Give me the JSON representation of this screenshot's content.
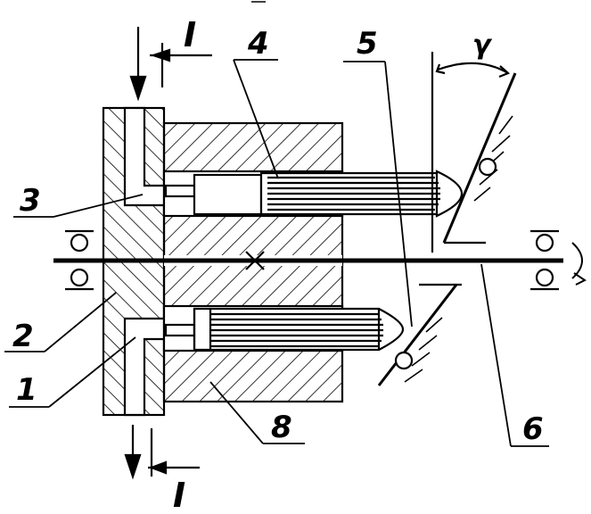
{
  "labels": {
    "part1": "1",
    "part2": "2",
    "part3": "3",
    "part4": "4",
    "part5": "5",
    "part6": "6",
    "part8": "8",
    "section_top": "I",
    "section_bottom": "I",
    "angle": "γ"
  },
  "colors": {
    "stroke": "#000000",
    "background": "#ffffff"
  }
}
